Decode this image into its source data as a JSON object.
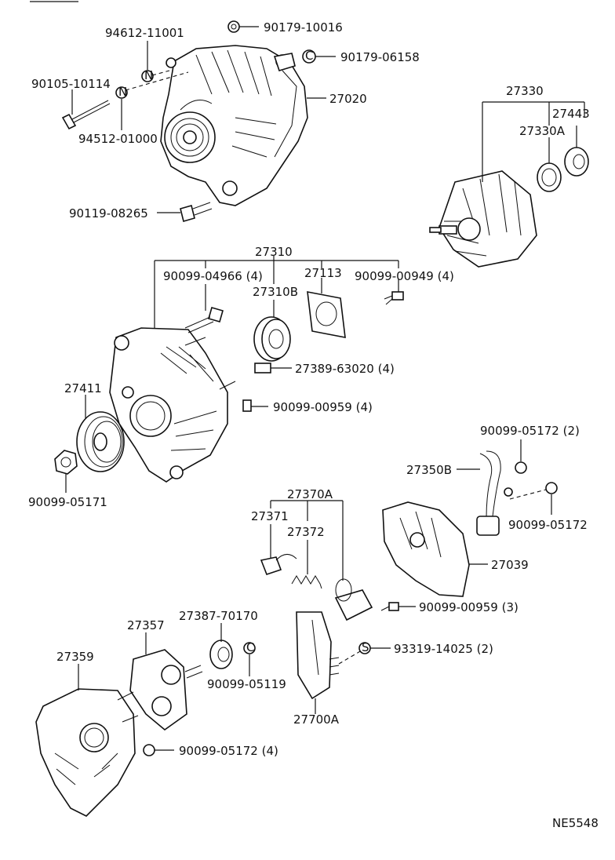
{
  "diagram_code": "NE5548",
  "labels": [
    "94612-11001",
    "90179-10016",
    "90179-06158",
    "90105-10114",
    "27020",
    "94512-01000",
    "90119-08265",
    "27330",
    "27443",
    "27330A",
    "27310",
    "90099-04966 (4)",
    "27113",
    "90099-00949 (4)",
    "27310B",
    "27389-63020 (4)",
    "27411",
    "90099-00959 (4)",
    "90099-05171",
    "90099-05172 (2)",
    "27350B",
    "90099-05172",
    "27370A",
    "27371",
    "27372",
    "27039",
    "90099-00959 (3)",
    "27357",
    "27387-70170",
    "27359",
    "93319-14025 (2)",
    "90099-05119",
    "27700A",
    "90099-05172 (4)"
  ],
  "symbols": {
    "nut_n": "N",
    "nut_c": "C",
    "nut_s": "S"
  }
}
